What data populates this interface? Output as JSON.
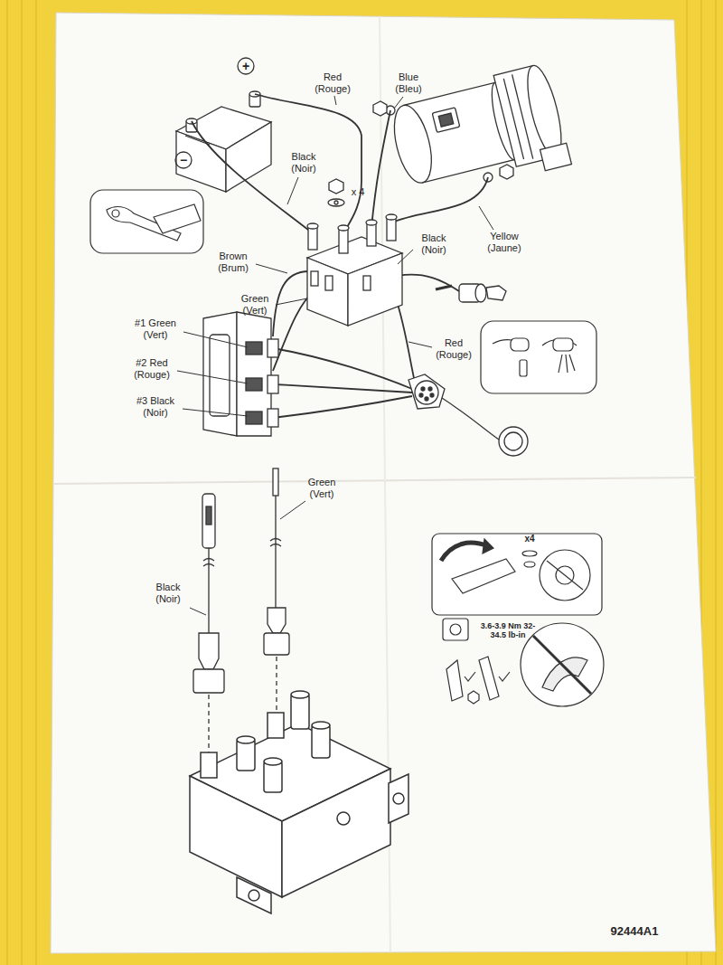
{
  "diagram": {
    "labels": [
      "+",
      "Red (Rouge)",
      "Blue (Bleu)",
      "−",
      "Black (Noir)",
      "x 4",
      "Yellow (Jaune)",
      "Brown (Brum)",
      "Black (Noir)",
      "Green (Vert)",
      "Red (Rouge)",
      "#1 Green (Vert)",
      "#2 Red (Rouge)",
      "#3 Black (Noir)",
      "Green (Vert)",
      "Black (Noir)",
      "x4",
      "3.6-3.9 Nm 32-34.5 lb-in",
      "92444A1"
    ]
  }
}
